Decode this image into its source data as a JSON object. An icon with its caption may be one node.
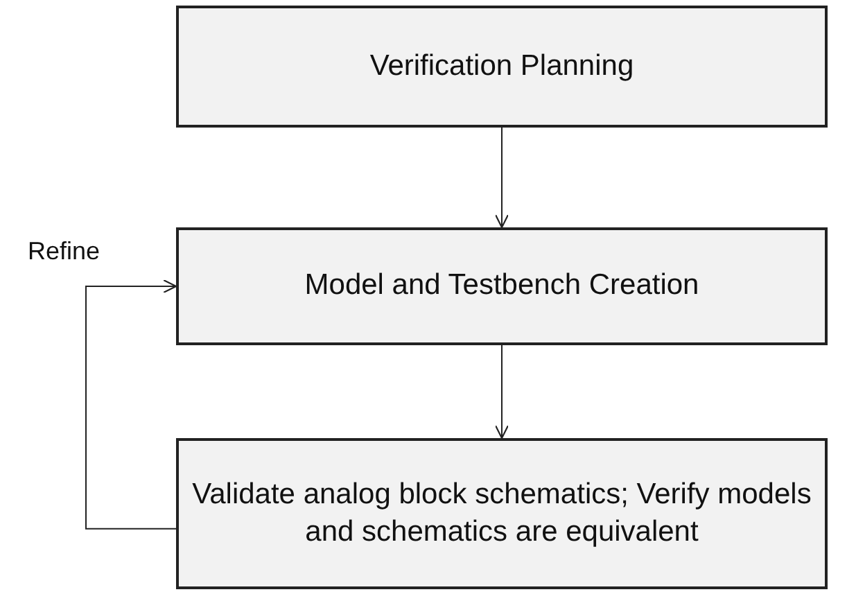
{
  "diagram": {
    "nodes": [
      {
        "text": [
          "Verification Planning"
        ]
      },
      {
        "text": [
          "Model and Testbench Creation"
        ]
      },
      {
        "text": [
          "Validate analog block schematics; Verify models and schematics are equivalent"
        ]
      }
    ],
    "edges": [
      {
        "from": 0,
        "to": 1,
        "arrow": "to"
      },
      {
        "from": 1,
        "to": 2,
        "arrow": "to"
      },
      {
        "from": 2,
        "to": 1,
        "arrow": "to",
        "label": "Refine"
      }
    ]
  }
}
